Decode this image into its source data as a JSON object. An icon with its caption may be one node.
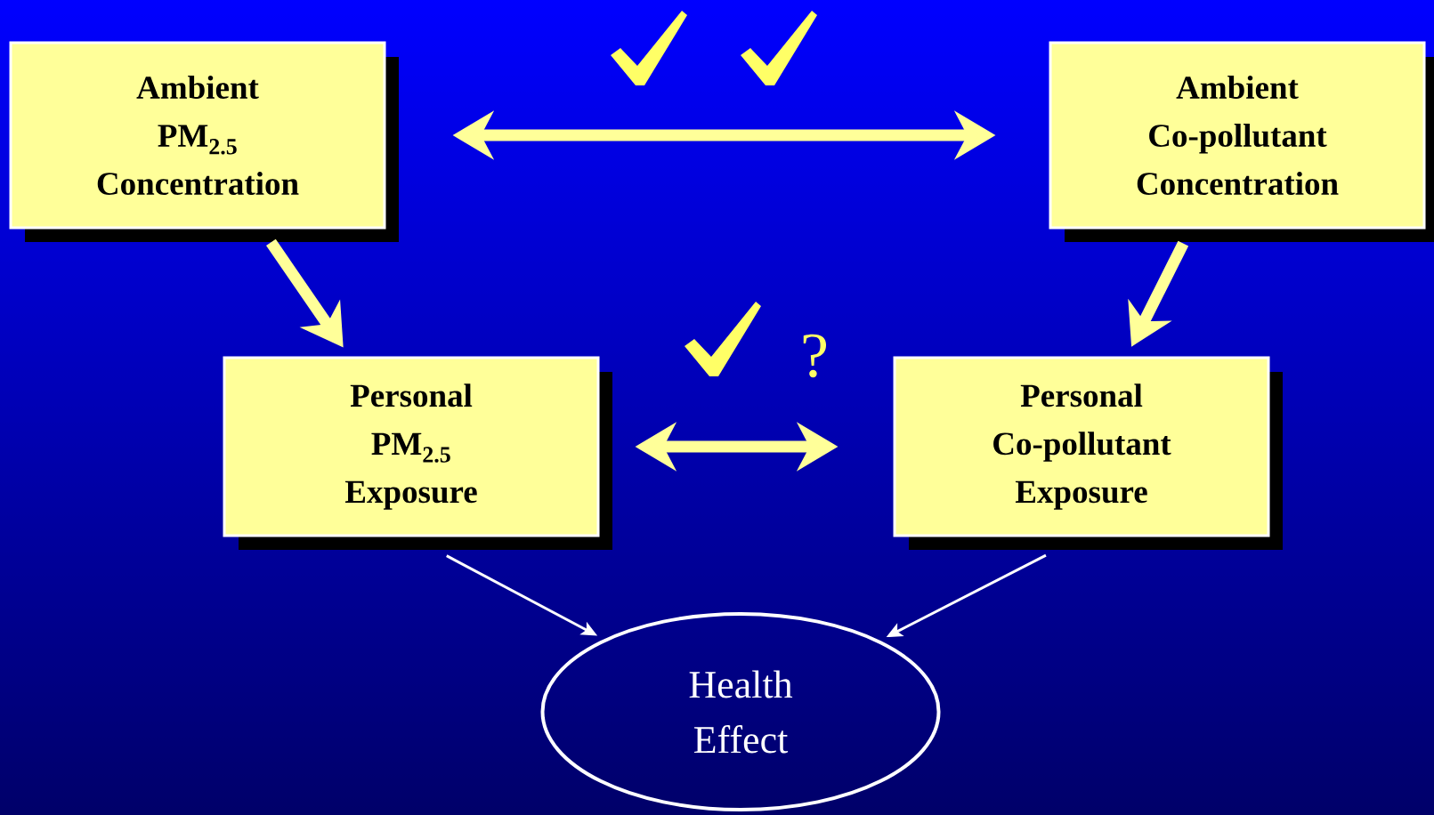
{
  "diagram": {
    "nodes": [
      {
        "text": [
          "Ambient PM$_{2.5}$ Concentration"
        ]
      },
      {
        "text": [
          "Ambient Co-pollutant Concentration"
        ]
      },
      {
        "text": [
          "Personal PM$_{2.5}$ Exposure"
        ]
      },
      {
        "text": [
          "Personal Co-pollutant Exposure"
        ]
      },
      {
        "text": [
          "Health Effect"
        ]
      },
      {
        "text": [],
        "shape": "checkmark"
      },
      {
        "text": [],
        "shape": "checkmark"
      },
      {
        "text": [],
        "shape": "checkmark"
      }
    ],
    "edges": [
      {
        "from": 0,
        "to": 1,
        "arrow": "both",
        "color": "#ffff99"
      },
      {
        "from": 0,
        "to": 2,
        "arrow": "to",
        "color": "#ffff99"
      },
      {
        "from": 1,
        "to": 3,
        "arrow": "to",
        "color": "#ffff99"
      },
      {
        "from": 2,
        "to": 3,
        "arrow": "both",
        "color": "#ffff99",
        "label": "?"
      },
      {
        "from": 2,
        "to": 4,
        "arrow": "to",
        "color": "#ffffff"
      },
      {
        "from": 3,
        "to": 4,
        "arrow": "to",
        "color": "#ffffff"
      }
    ]
  }
}
